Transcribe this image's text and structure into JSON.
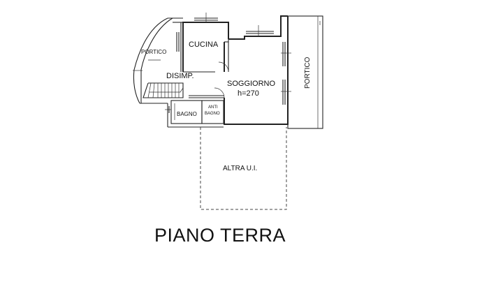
{
  "title": "PIANO TERRA",
  "rooms": {
    "cucina": "CUCINA",
    "portico_left": "PORTICO",
    "disimpegno": "DISIMP.",
    "soggiorno": "SOGGIORNO",
    "soggiorno_height": "h=270",
    "portico_right": "PORTICO",
    "bagno": "BAGNO",
    "antibagno_1": "ANTI",
    "antibagno_2": "BAGNO",
    "altra_ui": "ALTRA U.I."
  }
}
